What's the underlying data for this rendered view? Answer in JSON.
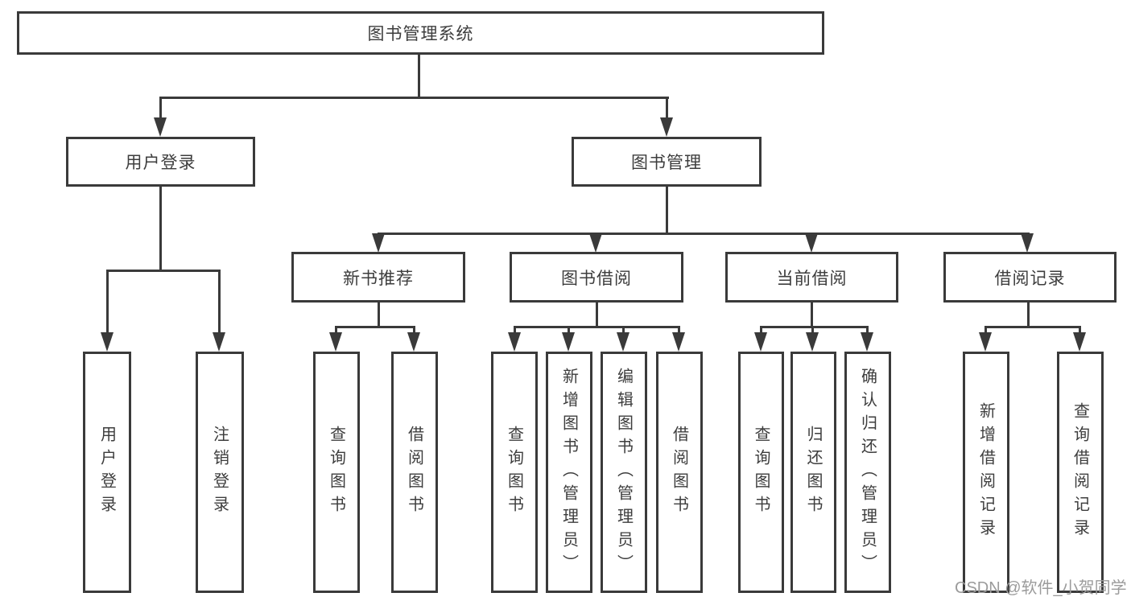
{
  "nodes": {
    "root": "图书管理系统",
    "user_login": "用户登录",
    "book_mgmt": "图书管理",
    "new_books": "新书推荐",
    "book_borrow": "图书借阅",
    "current_borrow": "当前借阅",
    "borrow_records": "借阅记录",
    "login": "用户登录",
    "logout": "注销登录",
    "nb_query": "查询图书",
    "nb_borrow": "借阅图书",
    "bb_query": "查询图书",
    "bb_add": "新增图书（管理员）",
    "bb_edit": "编辑图书（管理员）",
    "bb_borrow": "借阅图书",
    "cb_query": "查询图书",
    "cb_return": "归还图书",
    "cb_confirm": "确认归还（管理员）",
    "br_add": "新增借阅记录",
    "br_query": "查询借阅记录"
  },
  "hierarchy": {
    "图书管理系统": {
      "用户登录": [
        "用户登录",
        "注销登录"
      ],
      "图书管理": {
        "新书推荐": [
          "查询图书",
          "借阅图书"
        ],
        "图书借阅": [
          "查询图书",
          "新增图书（管理员）",
          "编辑图书（管理员）",
          "借阅图书"
        ],
        "当前借阅": [
          "查询图书",
          "归还图书",
          "确认归还（管理员）"
        ],
        "借阅记录": [
          "新增借阅记录",
          "查询借阅记录"
        ]
      }
    }
  },
  "watermark": "CSDN @软件_小贺同学",
  "colors": {
    "line": "#3a3a3a",
    "text": "#3d3d3d",
    "watermark": "#9b9b9b",
    "background": "#ffffff"
  }
}
